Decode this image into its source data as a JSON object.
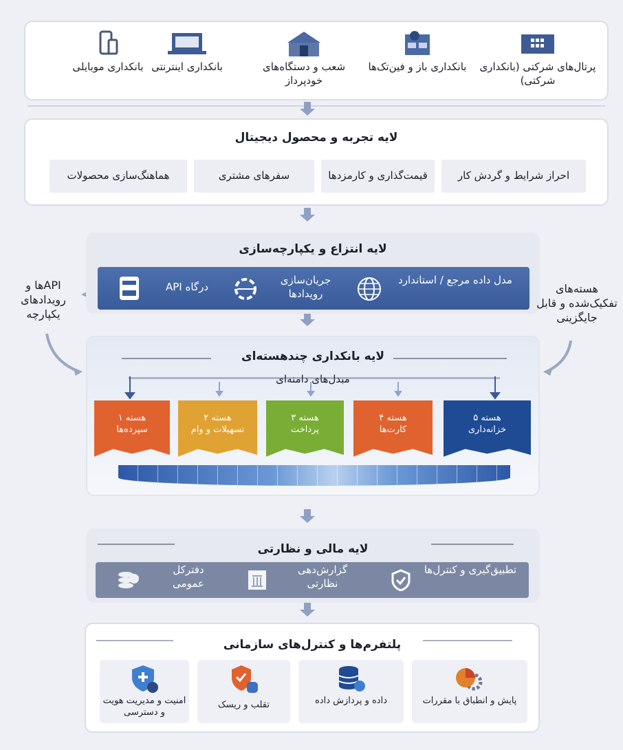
{
  "channels": [
    {
      "label": "بانکداری موبایلی",
      "icon": "mobile-icon"
    },
    {
      "label": "بانکداری اینترنتی",
      "icon": "laptop-icon"
    },
    {
      "label": "شعب و دستگاه‌های خودپرداز",
      "icon": "branch-building-icon"
    },
    {
      "label": "بانکداری باز و فین‌تک‌ها",
      "icon": "fintech-icon"
    },
    {
      "label": "پرتال‌های شرکتی (بانکداری شرکتی)",
      "icon": "corporate-portal-icon"
    }
  ],
  "experience_layer": {
    "title": "لایه تجربه و محصول دیجیتال",
    "items": [
      "هماهنگ‌سازی محصولات",
      "سفرهای مشتری",
      "قیمت‌گذاری و کارمزدها",
      "احراز شرایط و گردش کار"
    ]
  },
  "integration_layer": {
    "title": "لایه انتزاع و یکپارچه‌سازی",
    "items": [
      "درگاه API",
      "جریان‌سازی رویدادها",
      "مدل داده مرجع / استاندارد"
    ]
  },
  "side_notes": {
    "left": "APIها و رویدادهای یکپارچه",
    "right": "هسته‌های تفکیک‌شده و قابل جایگزینی"
  },
  "multicore_layer": {
    "title": "لایه بانکداری چندهسته‌ای",
    "adapters": "مبدل‌های دامنه‌ای",
    "cores": [
      {
        "name": "هسته ۱",
        "desc": "سپرده‌ها",
        "color": "#e0622f"
      },
      {
        "name": "هسته ۲",
        "desc": "تسهیلات و وام",
        "color": "#e0a232"
      },
      {
        "name": "هسته ۳",
        "desc": "پرداخت",
        "color": "#79ad35"
      },
      {
        "name": "هسته ۴",
        "desc": "کارت‌ها",
        "color": "#e0622f"
      },
      {
        "name": "هسته ۵",
        "desc": "خزانه‌داری",
        "color": "#1f4b94"
      }
    ]
  },
  "finance_layer": {
    "title": "لایه مالی و نظارتی",
    "items": [
      "دفترکل عمومی",
      "گزارش‌دهی نظارتی",
      "تطبیق‌گیری و کنترل‌ها"
    ]
  },
  "platform_layer": {
    "title": "پلتفرم‌ها و کنترل‌های سازمانی",
    "items": [
      "امنیت و مدیریت هویت و دسترسی",
      "تقلب و ریسک",
      "داده و پردازش داده",
      "پایش و انطباق با مقررات"
    ]
  }
}
